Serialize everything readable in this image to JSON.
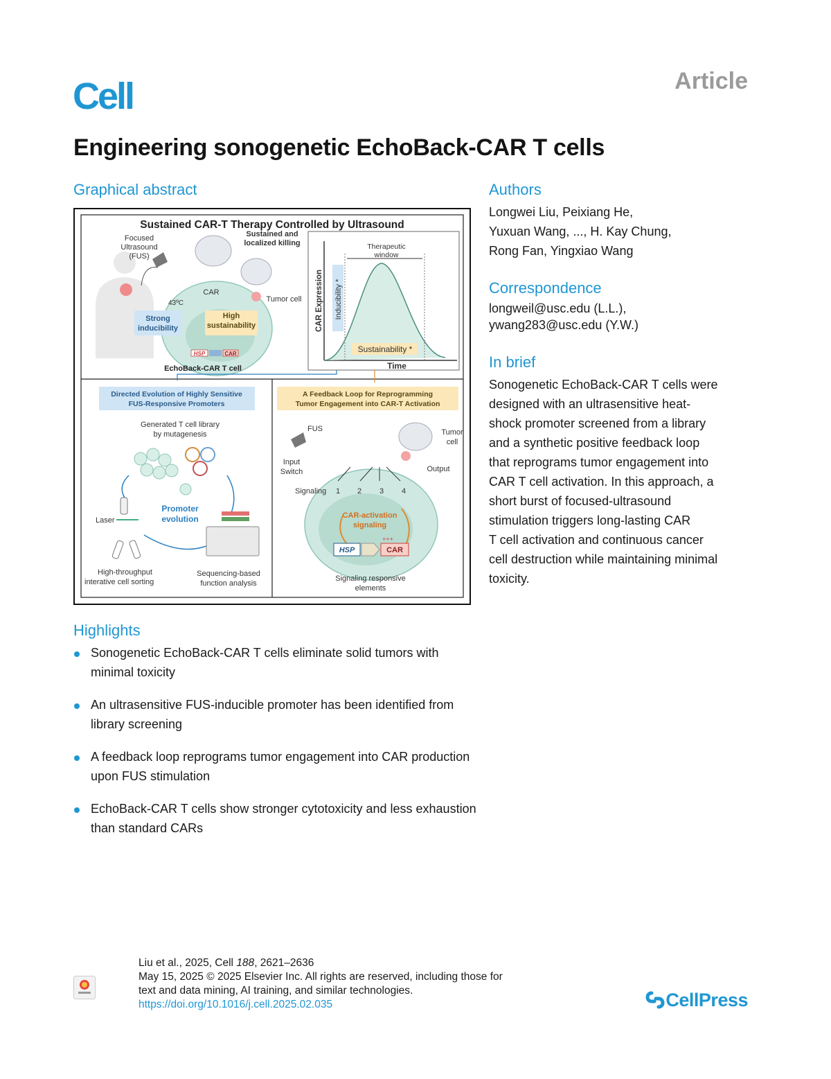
{
  "header": {
    "journal": "Cell",
    "article_type": "Article",
    "title": "Engineering sonogenetic EchoBack-CAR T cells"
  },
  "graphical_abstract": {
    "heading": "Graphical abstract",
    "top_title": "Sustained CAR-T Therapy Controlled by Ultrasound",
    "fus": [
      "Focused",
      "Ultrasound",
      "(FUS)"
    ],
    "sustained": [
      "Sustained and",
      "localized killing"
    ],
    "car": "CAR",
    "tumor_cell": "Tumor cell",
    "temp": "43ºC",
    "strong": [
      "Strong",
      "inducibility"
    ],
    "high": [
      "High",
      "sustainability"
    ],
    "hsp": "HSP",
    "echoback": "EchoBack-CAR T cell",
    "therapeutic": [
      "Therapeutic",
      "window"
    ],
    "car_expression": "CAR Expression",
    "inducibility": "Inducibility *",
    "sustainability": "Sustainability *",
    "time": "Time",
    "left_banner": [
      "Directed Evolution of Highly Sensitive",
      "FUS-Responsive Promoters"
    ],
    "library": [
      "Generated T cell library",
      "by mutagenesis"
    ],
    "promoter_evolution": [
      "Promoter",
      "evolution"
    ],
    "laser": "Laser",
    "sorting": [
      "High-throughput",
      "interative cell sorting"
    ],
    "sequencing": [
      "Sequencing-based",
      "function analysis"
    ],
    "right_banner": [
      "A Feedback Loop for Reprogramming",
      "Tumor Engagement into CAR-T Activation"
    ],
    "fus_short": "FUS",
    "tumor_short": [
      "Tumor",
      "cell"
    ],
    "input_switch": [
      "Input",
      "Switch"
    ],
    "output": "Output",
    "signaling": "Signaling",
    "signal_numbers": [
      "1",
      "2",
      "3",
      "4"
    ],
    "car_activation": [
      "CAR-activation",
      "signaling"
    ],
    "plus": "+++",
    "responsive": [
      "Signaling responsive",
      "elements"
    ]
  },
  "highlights": {
    "heading": "Highlights",
    "items": [
      "Sonogenetic EchoBack-CAR T cells eliminate solid tumors with minimal toxicity",
      "An ultrasensitive FUS-inducible promoter has been identified from library screening",
      "A feedback loop reprograms tumor engagement into CAR production upon FUS stimulation",
      "EchoBack-CAR T cells show stronger cytotoxicity and less exhaustion than standard CARs"
    ]
  },
  "authors": {
    "heading": "Authors",
    "lines": [
      "Longwei Liu, Peixiang He,",
      "Yuxuan Wang, ..., H. Kay Chung,",
      "Rong Fan, Yingxiao Wang"
    ]
  },
  "correspondence": {
    "heading": "Correspondence",
    "lines": [
      "longweil@usc.edu (L.L.),",
      "ywang283@usc.edu (Y.W.)"
    ]
  },
  "in_brief": {
    "heading": "In brief",
    "lines": [
      "Sonogenetic EchoBack-CAR T cells were",
      "designed with an ultrasensitive heat-",
      "shock promoter screened from a library",
      "and a synthetic positive feedback loop",
      "that reprograms tumor engagement into",
      "CAR T cell activation. In this approach, a",
      "short burst of focused-ultrasound",
      "stimulation triggers long-lasting CAR",
      "T cell activation and continuous cancer",
      "cell destruction while maintaining minimal",
      "toxicity."
    ]
  },
  "footer": {
    "citation_prefix": "Liu et al., 2025, Cell ",
    "volume": "188",
    "pages": ", 2621–2636",
    "copyright_lines": [
      "May 15, 2025 © 2025 Elsevier Inc. All rights are reserved, including those for",
      "text and data mining, AI training, and similar technologies."
    ],
    "doi": "https://doi.org/10.1016/j.cell.2025.02.035",
    "publisher": "CellPress"
  },
  "colors": {
    "brand_blue": "#1f96d3",
    "teal_cell": "#cfe9e2",
    "banner_blue": "#cfe4f5",
    "banner_yellow": "#fbe7b8"
  }
}
